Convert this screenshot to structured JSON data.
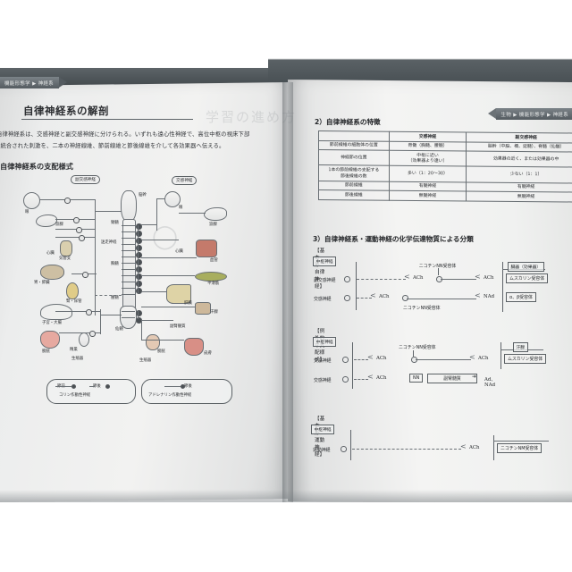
{
  "book": {
    "left_tab": "機能形態学 ▶ 神経系",
    "right_tab": "生物 ▶ 機能形態学 ▶ 神経系"
  },
  "left_page": {
    "title": "自律神経系の解剖",
    "body_line1": "自律神経系は、交感神経と副交感神経に分けられる。いずれも遠心性神経で、高位中枢の視床下部",
    "body_line2": "に統合された刺激を、二本の神経線維、節前線維と節後線維を介して各効果器へ伝える。",
    "subheading": "自律神経系の支配様式",
    "figure": {
      "branch_left": "副交感神経",
      "branch_right": "交感神経",
      "labels_left": [
        "眼",
        "涙腺",
        "心臓",
        "気管支",
        "胃・膵臓",
        "腎・尿管",
        "子宮・大腸",
        "膀胱",
        "精巣",
        "生殖器"
      ],
      "labels_right": [
        "眼",
        "涙腺",
        "心臓",
        "血管",
        "平滑筋",
        "肝臓",
        "汗腺",
        "副腎髄質",
        "膀胱",
        "生殖器",
        "皮膚"
      ],
      "spine_labels": [
        "脳幹",
        "頸髄",
        "胸髄",
        "腰髄",
        "仙髄"
      ],
      "nerve_label": "迷走神経",
      "legend": [
        {
          "pre": "節前",
          "post": "節後",
          "caption": "コリン作動性神経"
        },
        {
          "pre": "",
          "post": "節後",
          "caption": "アドレナリン作動性神経"
        }
      ]
    }
  },
  "right_page": {
    "section2": {
      "heading": "2）自律神経系の特徴",
      "columns": [
        "",
        "交感神経",
        "副交感神経"
      ],
      "rows": [
        {
          "label": "節前線維の細胞体の位置",
          "sympathetic": "脊髄（胸髄、腰髄）",
          "parasympathetic": "脳幹（中脳、橋、延髄）、脊髄（仙髄）"
        },
        {
          "label": "神経節の位置",
          "sympathetic": "中枢に近い\n（効果器より遠い）",
          "parasympathetic": "効果器の近く、または効果器の中"
        },
        {
          "label": "1本の節前線維の支配する\n節後線維の数",
          "sympathetic": "多い（1：20〜30）",
          "parasympathetic": "少ない（1：1）"
        },
        {
          "label": "節前線維",
          "sympathetic": "有髄神経",
          "parasympathetic": "有髄神経"
        },
        {
          "label": "節後線維",
          "sympathetic": "無髄神経",
          "parasympathetic": "無髄神経"
        }
      ]
    },
    "section3": {
      "heading": "3）自律神経系・運動神経の化学伝達物質による分類",
      "blocks": [
        {
          "title": "【基本形：自律神経】",
          "cns_label": "中枢神経",
          "target_header": "臓器（効果器）",
          "rows": [
            {
              "nerve": "副交感神経",
              "pre_tm": "ACh",
              "ganglion_receptor": "ニコチンNN受容体",
              "post_tm": "ACh",
              "receptor": "ムスカリン受容体"
            },
            {
              "nerve": "交感神経",
              "pre_tm": "ACh",
              "ganglion_receptor": "ニコチンNN受容体",
              "post_tm": "NAd",
              "receptor": "α、β受容体"
            }
          ]
        },
        {
          "title": "【例外的な支配様式】",
          "cns_label": "中枢神経",
          "target_header": "汗腺",
          "ganglion_receptor": "ニコチンNN受容体",
          "rows": [
            {
              "nerve": "交感神経",
              "pre_tm": "ACh",
              "post_tm": "ACh",
              "receptor": "ムスカリン受容体"
            },
            {
              "nerve": "交感神経",
              "pre_tm": "ACh",
              "node_label": "NN",
              "organ": "副腎髄質",
              "output": "Ad、NAd"
            }
          ]
        },
        {
          "title": "【基本形：運動神経】",
          "cns_label": "中枢神経",
          "rows": [
            {
              "nerve": "運動神経",
              "post_tm": "ACh",
              "receptor": "ニコチンNM受容体"
            }
          ]
        }
      ]
    }
  },
  "colors": {
    "ink": "#2b2d30",
    "rule": "#5d6368",
    "paper_left": "#eceded",
    "paper_right": "#f2f2f1",
    "tab": "#545b60"
  }
}
